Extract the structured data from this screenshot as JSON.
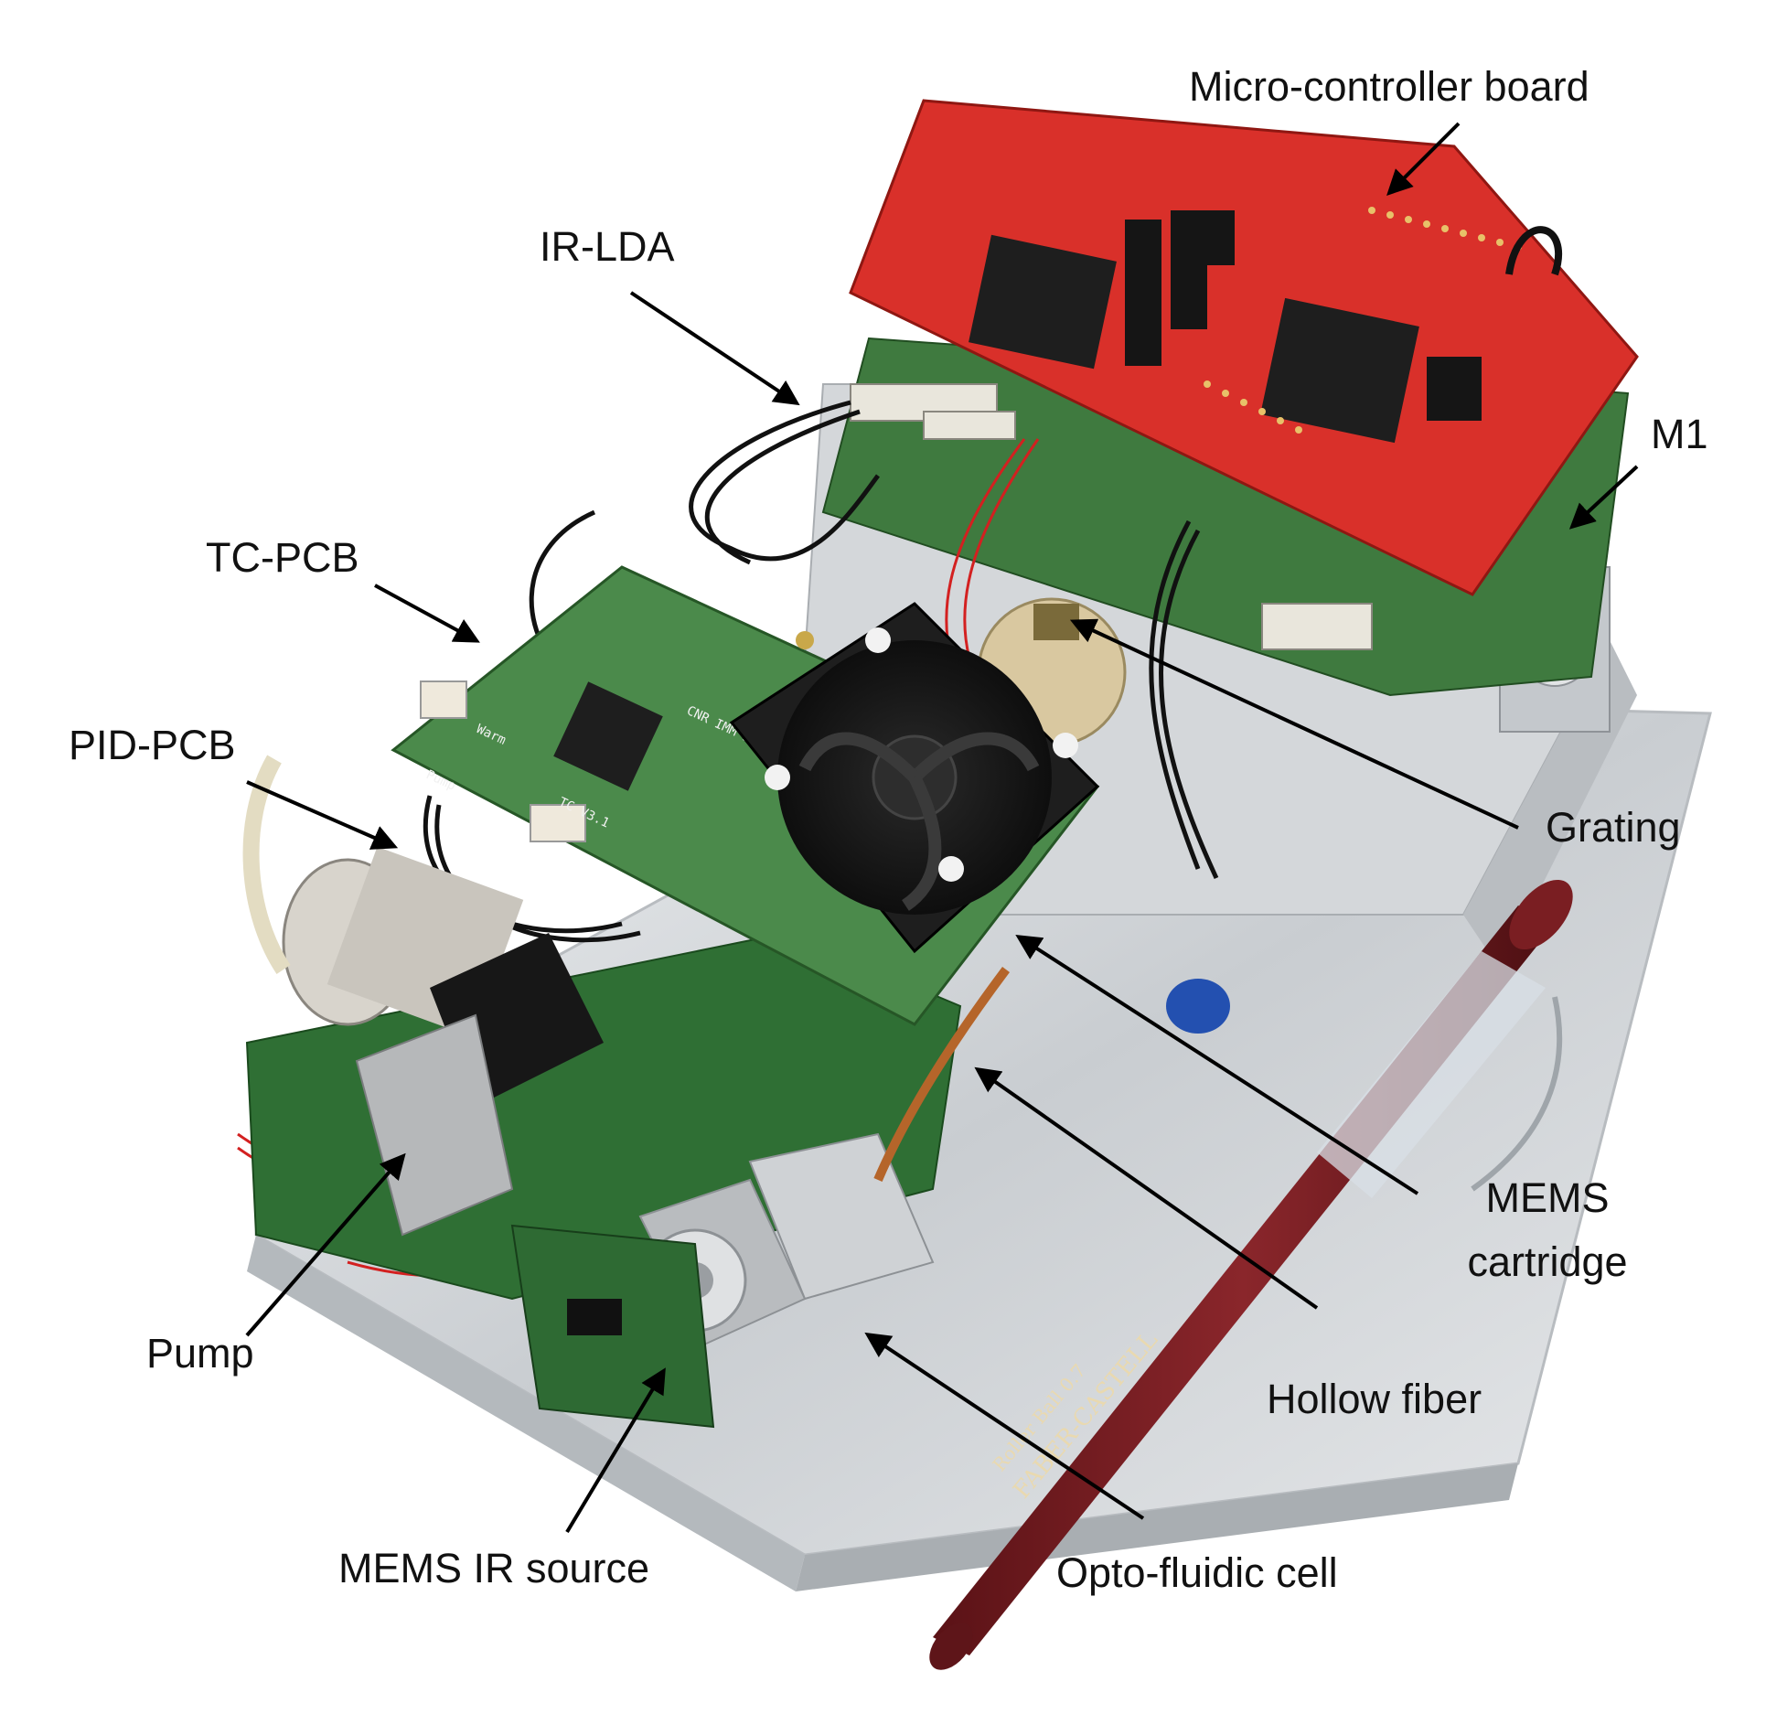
{
  "figure": {
    "description_labels": [
      {
        "id": "micro",
        "text": "Micro-controller board"
      },
      {
        "id": "irlda",
        "text": "IR-LDA"
      },
      {
        "id": "m1",
        "text": "M1"
      },
      {
        "id": "tcpcb",
        "text": "TC-PCB"
      },
      {
        "id": "pidpcb",
        "text": "PID-PCB"
      },
      {
        "id": "grating",
        "text": "Grating"
      },
      {
        "id": "mems_cart_1",
        "text": "MEMS"
      },
      {
        "id": "mems_cart_2",
        "text": "cartridge"
      },
      {
        "id": "pump",
        "text": "Pump"
      },
      {
        "id": "hollow",
        "text": "Hollow fiber"
      },
      {
        "id": "memsir",
        "text": "MEMS IR source"
      },
      {
        "id": "opto",
        "text": "Opto-fluidic cell"
      }
    ],
    "pcb_marks": {
      "tc": "TC V3.1",
      "cnr": "CNR IMM Bologna",
      "pump": "Pump",
      "warm": "Warm"
    },
    "pen_marks": {
      "brand": "FABER-CASTELL",
      "model": "Roller Ball 0.7"
    },
    "colors": {
      "red_board": "#d9302a",
      "green_board": "#3f7a3f",
      "aluminium": "#cfd3d6",
      "pen": "#7a1e22",
      "fan": "#1e1e1e",
      "arrow": "#000000"
    }
  }
}
